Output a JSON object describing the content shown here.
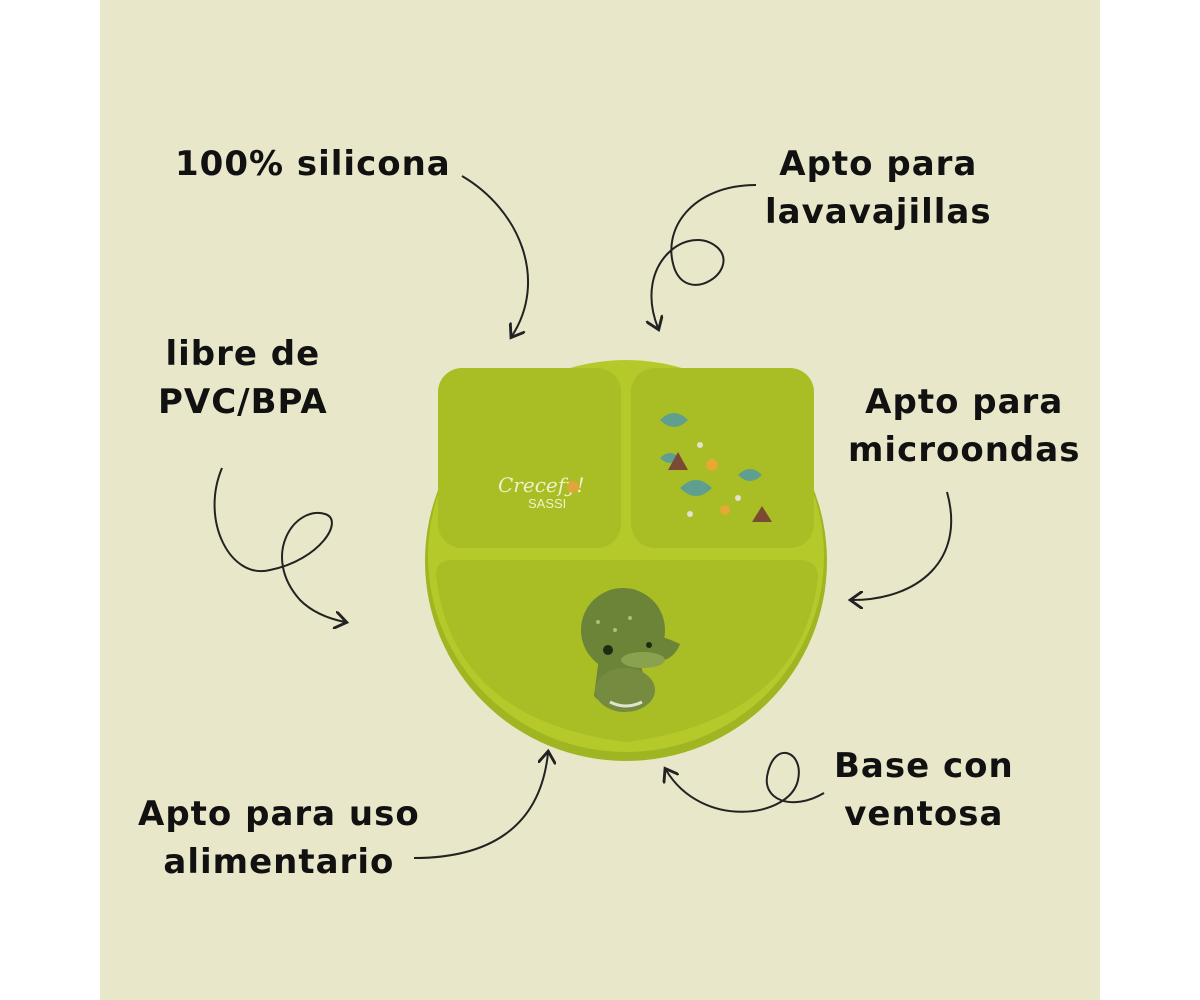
{
  "colors": {
    "background": "#e9e7c9",
    "plate": "#b5c92a",
    "text": "#111111"
  },
  "features": {
    "silicone": {
      "lines": [
        "100% silicona"
      ]
    },
    "dishwasher": {
      "lines": [
        "Apto para",
        "lavavajillas"
      ]
    },
    "pvc_free": {
      "lines": [
        "libre de",
        "PVC/BPA"
      ]
    },
    "microwave": {
      "lines": [
        "Apto para",
        "microondas"
      ]
    },
    "food_use": {
      "lines": [
        "Apto para uso",
        "alimentario"
      ]
    },
    "suction_base": {
      "lines": [
        "Base con",
        "ventosa"
      ]
    }
  },
  "plate": {
    "brand_script": "Crecefy!",
    "brand_name": "SASSI",
    "icons": [
      "dinosaur-icon",
      "jungle-leaf-icon",
      "volcano-icon"
    ]
  }
}
